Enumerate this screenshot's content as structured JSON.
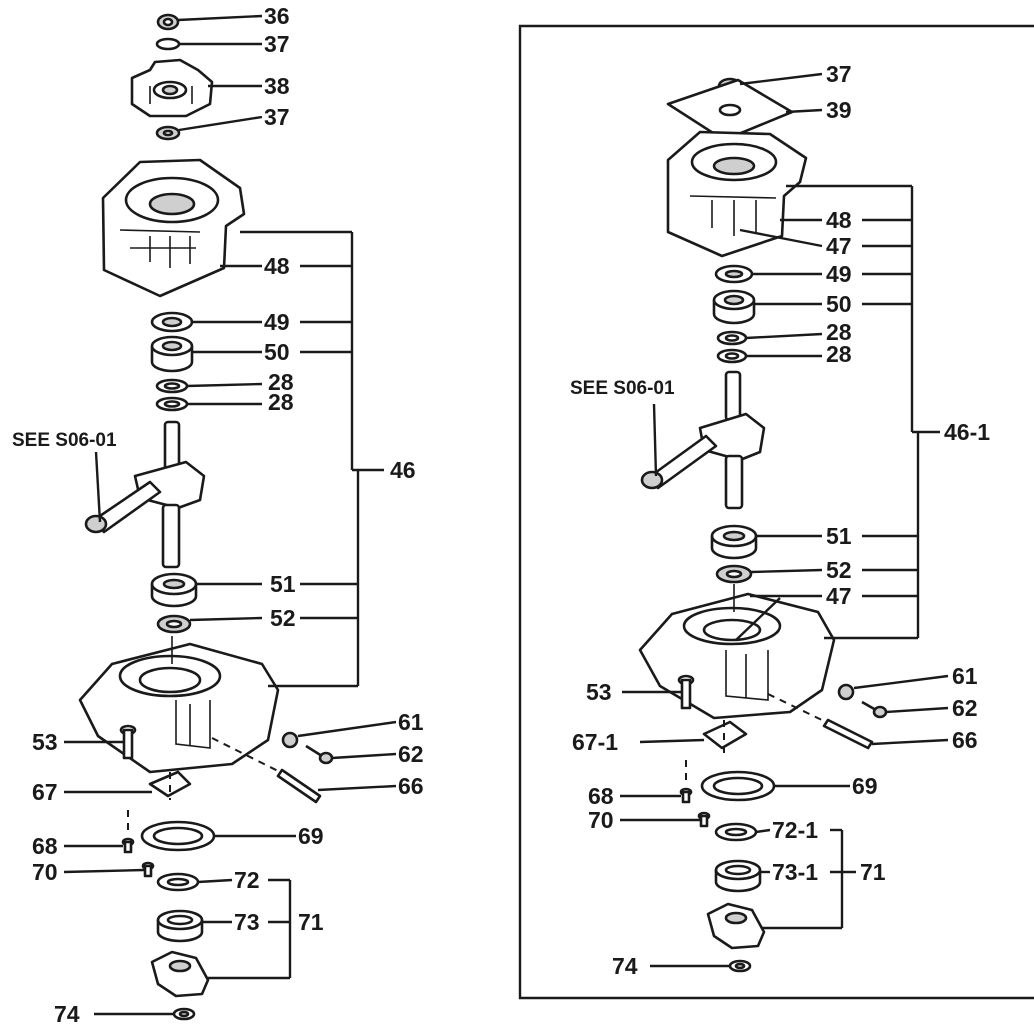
{
  "left": {
    "labels": {
      "p36": "36",
      "p37a": "37",
      "p38": "38",
      "p37b": "37",
      "p48": "48",
      "p49": "49",
      "p50": "50",
      "p28a": "28",
      "p28b": "28",
      "see": "SEE S06-01",
      "p46": "46",
      "p51": "51",
      "p52": "52",
      "p61": "61",
      "p62": "62",
      "p53": "53",
      "p67": "67",
      "p66": "66",
      "p68": "68",
      "p69": "69",
      "p70": "70",
      "p72": "72",
      "p73": "73",
      "p71": "71",
      "p74": "74"
    }
  },
  "right": {
    "labels": {
      "p37": "37",
      "p39": "39",
      "p48": "48",
      "p47a": "47",
      "p49": "49",
      "p50": "50",
      "p28a": "28",
      "p28b": "28",
      "see": "SEE S06-01",
      "p46_1": "46-1",
      "p51": "51",
      "p52": "52",
      "p47b": "47",
      "p61": "61",
      "p53": "53",
      "p62": "62",
      "p67_1": "67-1",
      "p66": "66",
      "p68": "68",
      "p69": "69",
      "p70": "70",
      "p72_1": "72-1",
      "p73_1": "73-1",
      "p71": "71",
      "p74": "74"
    }
  }
}
